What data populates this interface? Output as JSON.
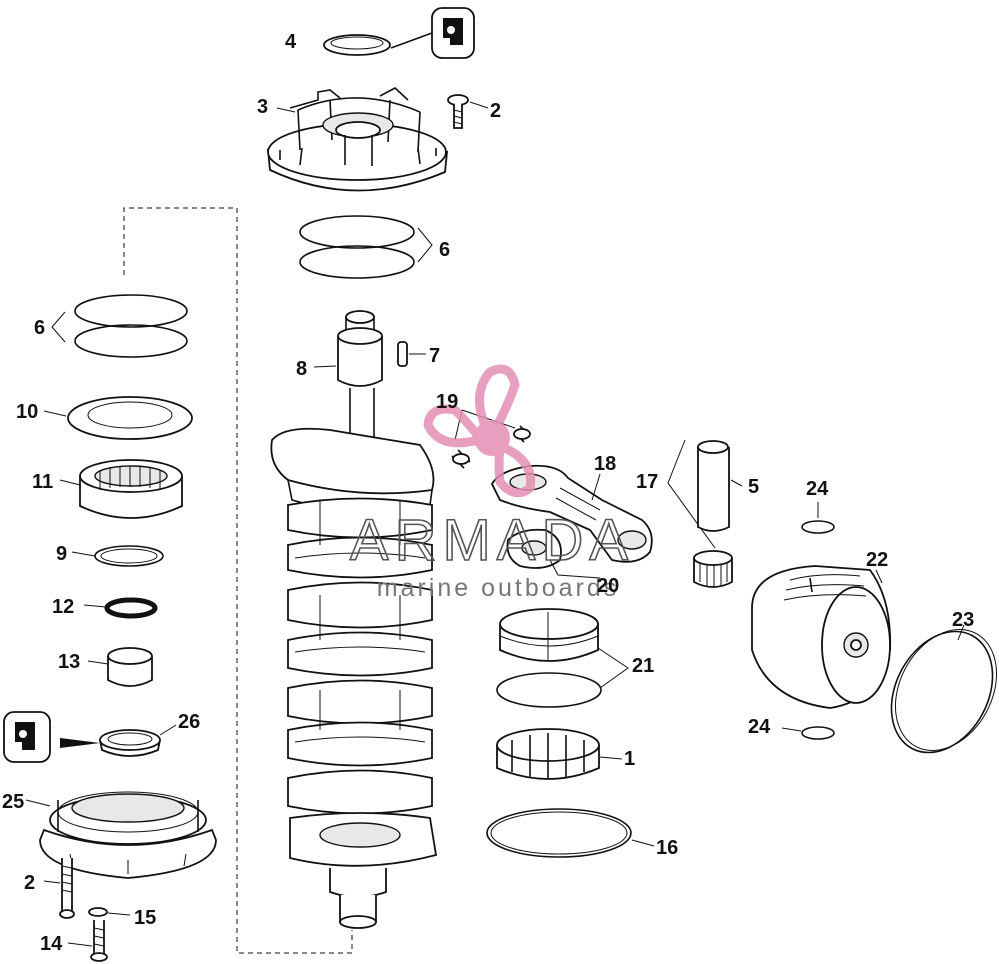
{
  "callouts": {
    "c1": "1",
    "c2a": "2",
    "c2b": "2",
    "c3": "3",
    "c4": "4",
    "c5": "5",
    "c6a": "6",
    "c6b": "6",
    "c7": "7",
    "c8": "8",
    "c9": "9",
    "c10": "10",
    "c11": "11",
    "c12": "12",
    "c13": "13",
    "c14": "14",
    "c15": "15",
    "c16": "16",
    "c17": "17",
    "c18": "18",
    "c19": "19",
    "c20": "20",
    "c21": "21",
    "c22": "22",
    "c23": "23",
    "c24a": "24",
    "c24b": "24",
    "c25": "25",
    "c26": "26"
  },
  "watermark": {
    "title": "ARMADA",
    "subtitle": "marine outboards",
    "color": "#e48fb4"
  },
  "icons": [
    "seal-kit-icon",
    "propeller-logo-icon"
  ]
}
